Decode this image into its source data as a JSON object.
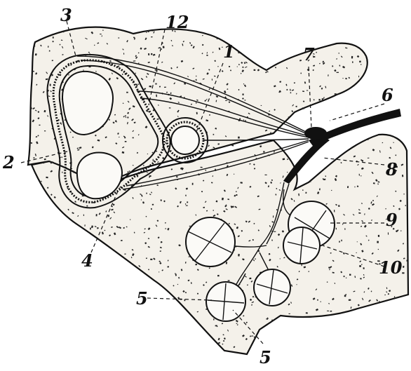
{
  "labels": {
    "l1": "1",
    "l2": "2",
    "l3": "3",
    "l4": "4",
    "l5": "5",
    "l5b": "5",
    "l6": "6",
    "l7": "7",
    "l8": "8",
    "l9": "9",
    "l10": "10",
    "l12": "12"
  }
}
